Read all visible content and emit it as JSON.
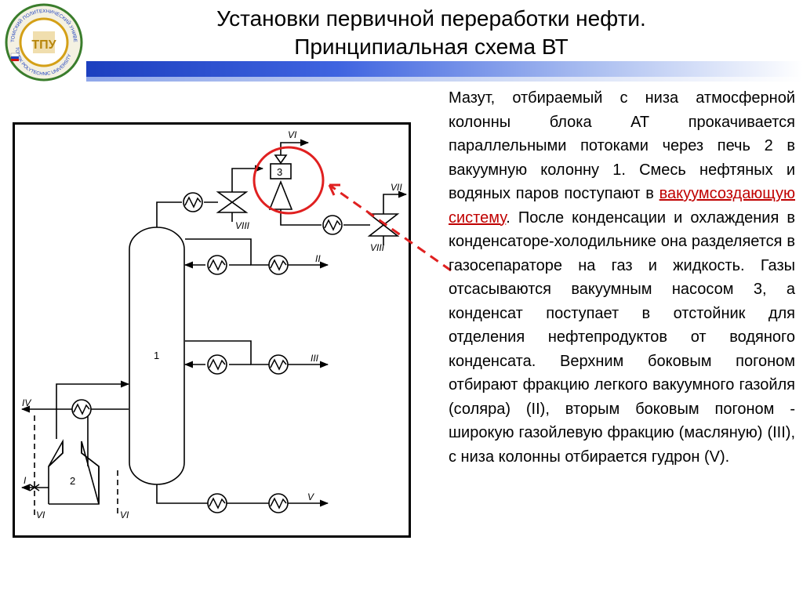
{
  "slide": {
    "title_line1": "Установки первичной переработки нефти.",
    "title_line2": "Принципиальная схема ВТ"
  },
  "logo": {
    "label_top": "ТОМСКИЙ ПОЛИТЕХНИЧЕСКИЙ УНИВЕРСИТЕТ",
    "label_bottom": "TOMSK POLYTECHNIC UNIVERSITY",
    "monogram": "ТПУ",
    "colors": {
      "ring": "#3a7d2c",
      "gold": "#d4a017",
      "blue": "#1c3fbf"
    }
  },
  "diagram": {
    "labels": {
      "column": "1",
      "furnace": "2",
      "pump": "3",
      "stream_I": "I",
      "stream_II": "II",
      "stream_III": "III",
      "stream_IV": "IV",
      "stream_V": "V",
      "stream_VI_top": "VI",
      "stream_VI_left": "VI",
      "stream_VI_mid": "VI",
      "stream_VII": "VII",
      "stream_VIII_a": "VIII",
      "stream_VIII_b": "VIII"
    },
    "colors": {
      "line": "#000000",
      "highlight": "#e02020"
    }
  },
  "text": {
    "p1": "Мазут, отбираемый с низа атмосферной колонны блока АТ прокачивается параллельными потоками через печь 2 в вакуумную колонну 1. Смесь нефтяных и водяных паров поступают в ",
    "link": "вакуумсоздающую систему",
    "p2": ". После конденсации и охлаждения в конденсаторе-холодильнике она разделяется в газосепараторе на газ и жидкость. Газы отсасываются вакуумным насосом 3, а конденсат поступает в отстойник для отделения нефтепродуктов от водяного конденсата. Верхним боковым погоном отбирают фракцию легкого вакуумного газойля (соляра) (II), вторым боковым погоном - широкую газойлевую фракцию (масляную) (III), с низа колонны отбирается гудрон (V)."
  }
}
